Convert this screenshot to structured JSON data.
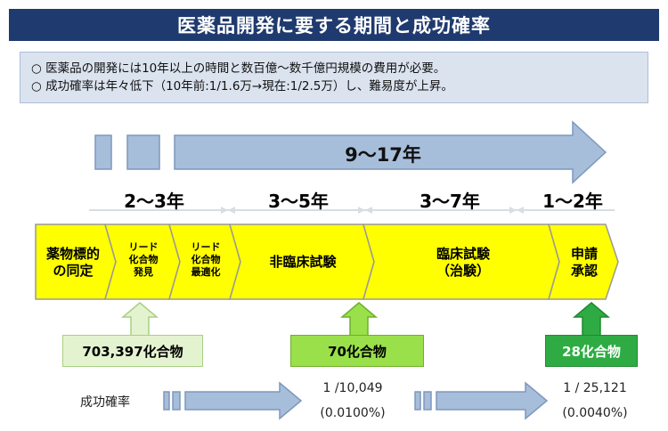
{
  "title": "医薬品開発に要する期間と成功確率",
  "summary": [
    "○ 医薬品の開発には10年以上の時間と数百億〜数千億円規模の費用が必要。",
    "○ 成功確率は年々低下（10年前:1/1.6万→現在:1/2.5万）し、難易度が上昇。"
  ],
  "total_period": "9〜17年",
  "durations": [
    "2〜3年",
    "3〜5年",
    "3〜7年",
    "1〜2年"
  ],
  "stages": [
    {
      "line1": "薬物標的",
      "line2": "の同定"
    },
    {
      "line1": "リード",
      "line2": "化合物",
      "line3": "発見"
    },
    {
      "line1": "リード",
      "line2": "化合物",
      "line3": "最適化"
    },
    {
      "line1": "非臨床試験"
    },
    {
      "line1": "臨床試験",
      "line2": "（治験）"
    },
    {
      "line1": "申請",
      "line2": "承認"
    }
  ],
  "compounds": [
    {
      "label": "703,397化合物",
      "color": "#e3f3cf",
      "border": "#a9cf84",
      "text": "#000000"
    },
    {
      "label": "70化合物",
      "color": "#99e04a",
      "border": "#6fb02a",
      "text": "#000000"
    },
    {
      "label": "28化合物",
      "color": "#2eac43",
      "border": "#1f8a31",
      "text": "#ffffff"
    }
  ],
  "success_rate_label": "成功確率",
  "rates": [
    {
      "ratio": "1 /10,049",
      "percent": "(0.0100%)"
    },
    {
      "ratio": "1 / 25,121",
      "percent": "(0.0040%)"
    }
  ],
  "colors": {
    "title_bg": "#1f3a6e",
    "stage_fill": "#ffff00",
    "arrow_fill": "#a7bedb",
    "arrow_stroke": "#7d97bd"
  }
}
